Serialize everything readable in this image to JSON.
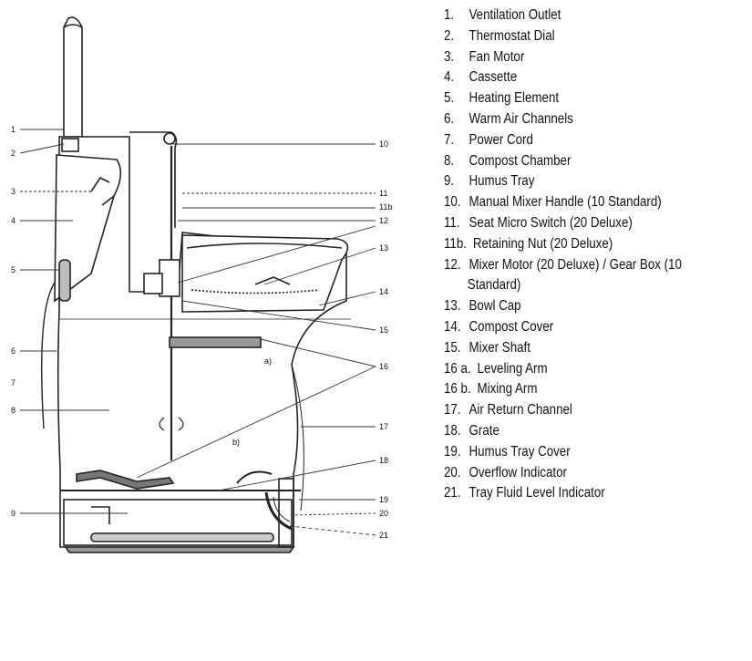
{
  "callouts": {
    "c1": "1",
    "c2": "2",
    "c3": "3",
    "c4": "4",
    "c5": "5",
    "c6": "6",
    "c7": "7",
    "c8": "8",
    "c9": "9",
    "c10": "10",
    "c11": "11",
    "c11b": "11b",
    "c12": "12",
    "c13": "13",
    "c14": "14",
    "c15": "15",
    "c16": "16",
    "c17": "17",
    "c18": "18",
    "c19": "19",
    "c20": "20",
    "c21": "21",
    "a": "a)",
    "b": "b)"
  },
  "legend": [
    {
      "num": "1.",
      "label": "Ventilation Outlet"
    },
    {
      "num": "2.",
      "label": "Thermostat Dial"
    },
    {
      "num": "3.",
      "label": "Fan Motor"
    },
    {
      "num": "4.",
      "label": "Cassette"
    },
    {
      "num": "5.",
      "label": "Heating Element"
    },
    {
      "num": "6.",
      "label": "Warm Air Channels"
    },
    {
      "num": "7.",
      "label": "Power Cord"
    },
    {
      "num": "8.",
      "label": "Compost Chamber"
    },
    {
      "num": "9.",
      "label": "Humus Tray"
    },
    {
      "num": "10.",
      "label": "Manual Mixer Handle (10 Standard)"
    },
    {
      "num": "11.",
      "label": "Seat Micro Switch (20 Deluxe)"
    },
    {
      "num": "11b.",
      "label": "Retaining Nut (20 Deluxe)"
    },
    {
      "num": "12.",
      "label": "Mixer Motor (20 Deluxe) / Gear Box (10",
      "cont": "Standard)"
    },
    {
      "num": "13.",
      "label": "Bowl Cap"
    },
    {
      "num": "14.",
      "label": "Compost Cover"
    },
    {
      "num": "15.",
      "label": "Mixer Shaft"
    },
    {
      "num": "16 a.",
      "label": "Leveling Arm"
    },
    {
      "num": "16 b.",
      "label": "Mixing Arm"
    },
    {
      "num": "17.",
      "label": "Air Return Channel"
    },
    {
      "num": "18.",
      "label": "Grate"
    },
    {
      "num": "19.",
      "label": "Humus Tray Cover"
    },
    {
      "num": "20.",
      "label": "Overflow Indicator"
    },
    {
      "num": "21.",
      "label": "Tray Fluid Level Indicator"
    }
  ]
}
